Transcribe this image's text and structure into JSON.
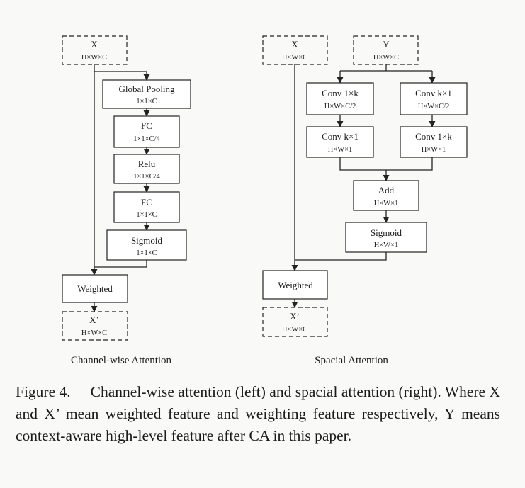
{
  "channel": {
    "input": {
      "name": "X",
      "dims": "H×W×C"
    },
    "pooling": {
      "name": "Global Pooling",
      "dims": "1×1×C"
    },
    "fc1": {
      "name": "FC",
      "dims": "1×1×C/4"
    },
    "relu": {
      "name": "Relu",
      "dims": "1×1×C/4"
    },
    "fc2": {
      "name": "FC",
      "dims": "1×1×C"
    },
    "sigmoid": {
      "name": "Sigmoid",
      "dims": "1×1×C"
    },
    "weighted": {
      "name": "Weighted"
    },
    "output": {
      "name": "X’",
      "dims": "H×W×C"
    },
    "caption": "Channel-wise Attention"
  },
  "spatial": {
    "input_x": {
      "name": "X",
      "dims": "H×W×C"
    },
    "input_y": {
      "name": "Y",
      "dims": "H×W×C"
    },
    "conv_1k_a": {
      "name": "Conv 1×k",
      "dims": "H×W×C/2"
    },
    "conv_k1_a": {
      "name": "Conv k×1",
      "dims": "H×W×C/2"
    },
    "conv_k1_b": {
      "name": "Conv k×1",
      "dims": "H×W×1"
    },
    "conv_1k_b": {
      "name": "Conv 1×k",
      "dims": "H×W×1"
    },
    "add": {
      "name": "Add",
      "dims": "H×W×1"
    },
    "sigmoid": {
      "name": "Sigmoid",
      "dims": "H×W×1"
    },
    "weighted": {
      "name": "Weighted"
    },
    "output": {
      "name": "X’",
      "dims": "H×W×C"
    },
    "caption": "Spacial Attention"
  },
  "figure_caption": {
    "number": "Figure 4.",
    "text": "Channel-wise attention (left) and spacial attention (right). Where X and X’ mean weighted feature and weighting feature respectively, Y means context-aware high-level feature after CA in this paper."
  }
}
